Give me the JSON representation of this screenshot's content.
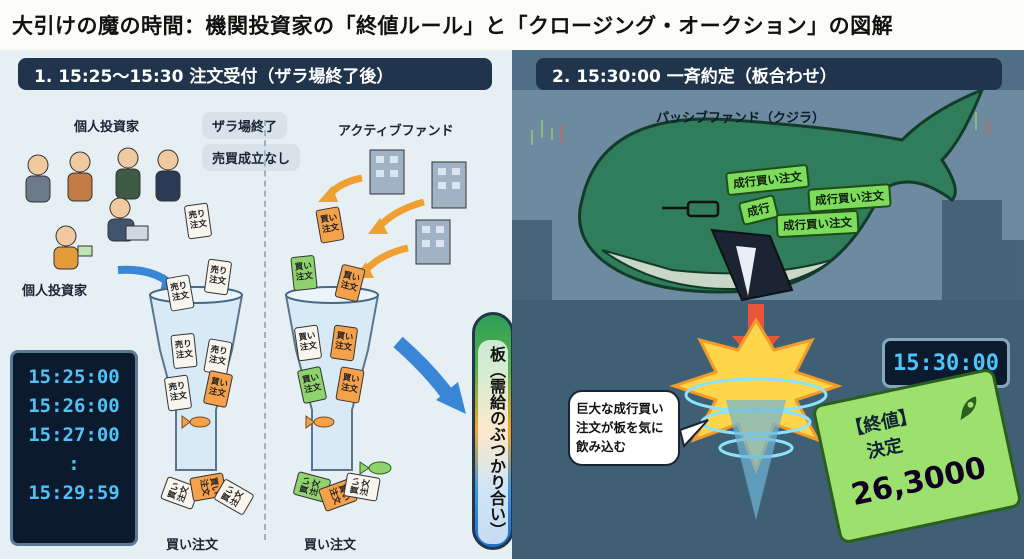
{
  "title": "大引けの魔の時間：機関投資家の「終値ルール」と「クロージング・オークション」の図解",
  "left_panel": {
    "header": "1. 15:25〜15:30 注文受付（ザラ場終了後）",
    "retail_label_top": "個人投資家",
    "retail_label_bottom": "個人投資家",
    "status_1": "ザラ場終了",
    "status_2": "売買成立なし",
    "fund_label": "アクティブファンド",
    "timer_lines": [
      "15:25:00",
      "15:26:00",
      "15:27:00",
      ":",
      "15:29:59"
    ],
    "bottom_label_left": "買い注文",
    "bottom_label_right": "買い注文",
    "slip_sell": "売り注文",
    "slip_buy": "買い注文",
    "board_text": "板（需給のぶつかり合い）"
  },
  "right_panel": {
    "header": "2. 15:30:00 一斉約定（板合わせ）",
    "whale_label": "パッシブファンド（クジラ）",
    "whale_orders": [
      "成行買い注文",
      "成行買い注文",
      "成行",
      "成行買い注文"
    ],
    "clock": "15:30:00",
    "bubble_text": "巨大な成行買い注文が板を気に飲み込む",
    "tag_title": "【終値】",
    "tag_sub": "決定",
    "tag_price": "26,3000"
  },
  "colors": {
    "header_bg": "#20344c",
    "sell_slip": "#f7f5ee",
    "buy_slip": "#f5a04b",
    "buy_slip_green": "#8fd36e",
    "digital_text": "#4fc3f7",
    "whale": "#2f7d5a",
    "price_tag": "#9ce06e"
  }
}
